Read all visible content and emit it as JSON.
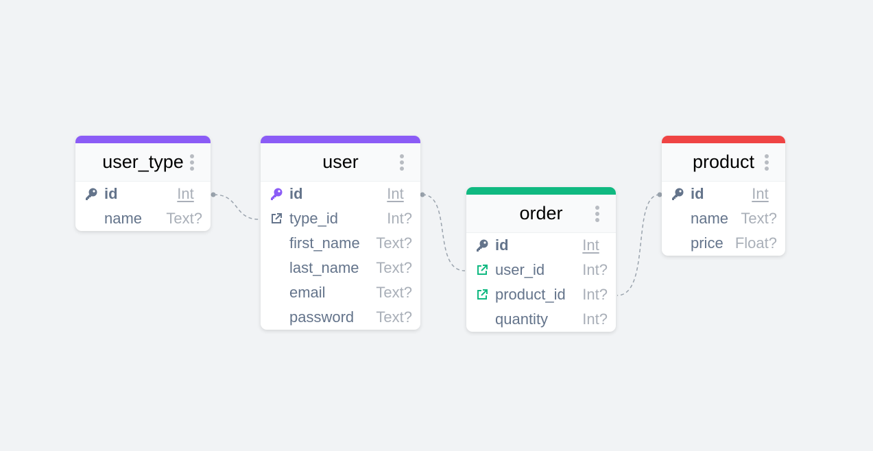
{
  "colors": {
    "purple": "#8b5cf6",
    "green": "#10b981",
    "red": "#ef4444",
    "pk_gray": "#64748b"
  },
  "tables": [
    {
      "name": "user_type",
      "color": "#8b5cf6",
      "fields": [
        {
          "name": "id",
          "type": "Int",
          "pk": true,
          "icon": "key-icon",
          "icon_color": "#64748b"
        },
        {
          "name": "name",
          "type": "Text?"
        }
      ]
    },
    {
      "name": "user",
      "color": "#8b5cf6",
      "fields": [
        {
          "name": "id",
          "type": "Int",
          "pk": true,
          "icon": "key-icon",
          "icon_color": "#8b5cf6"
        },
        {
          "name": "type_id",
          "type": "Int?",
          "icon": "foreign-key-icon",
          "icon_color": "#64748b"
        },
        {
          "name": "first_name",
          "type": "Text?"
        },
        {
          "name": "last_name",
          "type": "Text?"
        },
        {
          "name": "email",
          "type": "Text?"
        },
        {
          "name": "password",
          "type": "Text?"
        }
      ]
    },
    {
      "name": "order",
      "color": "#10b981",
      "fields": [
        {
          "name": "id",
          "type": "Int",
          "pk": true,
          "icon": "key-icon",
          "icon_color": "#64748b"
        },
        {
          "name": "user_id",
          "type": "Int?",
          "icon": "foreign-key-icon",
          "icon_color": "#10b981"
        },
        {
          "name": "product_id",
          "type": "Int?",
          "icon": "foreign-key-icon",
          "icon_color": "#10b981"
        },
        {
          "name": "quantity",
          "type": "Int?"
        }
      ]
    },
    {
      "name": "product",
      "color": "#ef4444",
      "fields": [
        {
          "name": "id",
          "type": "Int",
          "pk": true,
          "icon": "key-icon",
          "icon_color": "#64748b"
        },
        {
          "name": "name",
          "type": "Text?"
        },
        {
          "name": "price",
          "type": "Float?"
        }
      ]
    }
  ]
}
